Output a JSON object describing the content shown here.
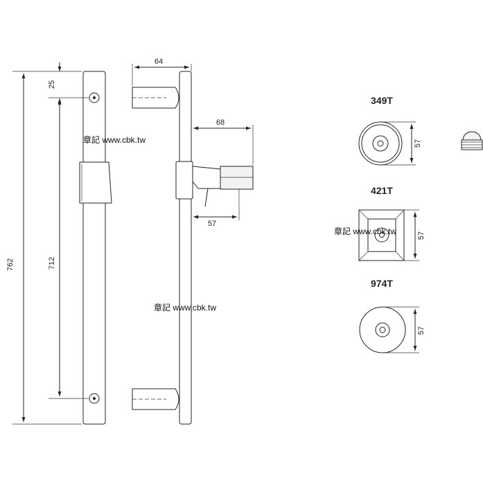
{
  "dimensions": {
    "overall_length": "762",
    "center_to_center": "712",
    "top_offset": "25",
    "standoff": "64",
    "slider_depth": "68",
    "slider_base": "57"
  },
  "models": [
    {
      "code": "349T",
      "type": "round-stepped-flange",
      "dimension": "57"
    },
    {
      "code": "421T",
      "type": "square-flange",
      "dimension": "57"
    },
    {
      "code": "974T",
      "type": "round-flat-flange",
      "dimension": "57"
    }
  ],
  "watermark": "章記 www.cbk.tw"
}
